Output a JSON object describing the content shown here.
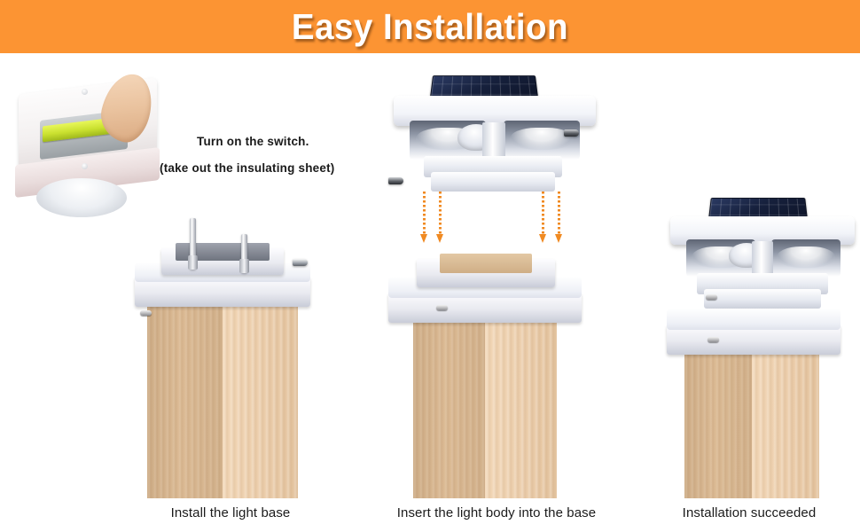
{
  "header": {
    "title": "Easy Installation",
    "background_color": "#fc9433",
    "title_color": "#ffffff"
  },
  "notes": {
    "line1": "Turn on the switch.",
    "line2": "(take out the insulating sheet)"
  },
  "steps": [
    {
      "id": "step-1",
      "caption": "Install the light base"
    },
    {
      "id": "step-2",
      "caption": "Insert the light body into the base"
    },
    {
      "id": "step-3",
      "caption": "Installation succeeded"
    }
  ],
  "colors": {
    "accent_orange": "#fc9433",
    "arrow_orange": "#f08a22",
    "solar_panel": "#16203c",
    "post_wood_light": "#f0d3b0",
    "post_wood_shade": "#d9b68f",
    "housing_white": "#ffffff",
    "battery_green": "#c9e02f",
    "caption_text": "#1b1b1b"
  },
  "icons": {
    "arrow": "arrow-down-dashed-icon",
    "screw": "screw-icon",
    "solar": "solar-panel-icon",
    "battery": "battery-icon",
    "finger": "hand-finger-icon"
  }
}
